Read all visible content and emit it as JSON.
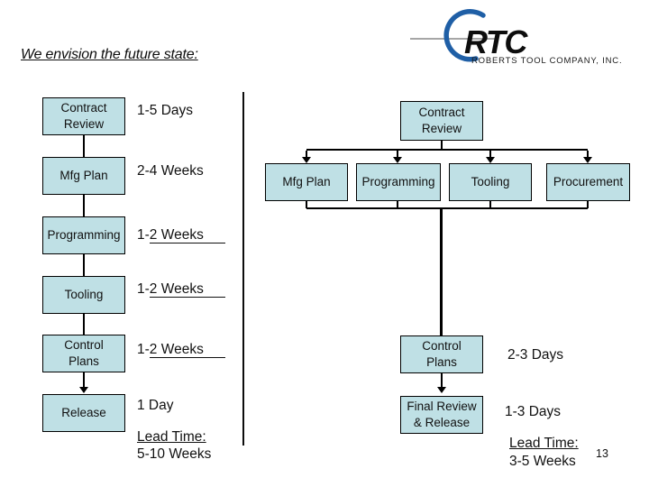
{
  "slide": {
    "title": "We envision the future state:",
    "page_number": "13"
  },
  "logo": {
    "acronym": "RTC",
    "company_name": "ROBERTS TOOL COMPANY, INC.",
    "arc_color": "#1f5fa6",
    "line_color": "#9a9a9a"
  },
  "colors": {
    "box_fill": "#bfe0e5",
    "box_border": "#000000"
  },
  "left_flow": {
    "steps": [
      {
        "label": "Contract\nReview",
        "duration": "1-5 Days",
        "duration_underlined": ""
      },
      {
        "label": "Mfg Plan",
        "duration": "2-4 Weeks",
        "duration_underlined": ""
      },
      {
        "label": "Programming",
        "duration": "1-",
        "duration_underlined": "2 Weeks"
      },
      {
        "label": "Tooling",
        "duration": "1-",
        "duration_underlined": "2 Weeks"
      },
      {
        "label": "Control\nPlans",
        "duration": "1-",
        "duration_underlined": "2 Weeks"
      },
      {
        "label": "Release",
        "duration": "1 Day",
        "duration_underlined": ""
      }
    ],
    "lead_time_label": "Lead Time:",
    "lead_time_value": "5-10 Weeks"
  },
  "right_flow": {
    "top_box": "Contract\nReview",
    "parallel_boxes": [
      "Mfg Plan",
      "Programming",
      "Tooling",
      "Procurement"
    ],
    "control_plans": {
      "label": "Control\nPlans",
      "duration": "2-3 Days"
    },
    "final_release": {
      "label": "Final Review\n& Release",
      "duration": "1-3 Days"
    },
    "lead_time_label": "Lead Time:",
    "lead_time_value": "3-5 Weeks"
  }
}
